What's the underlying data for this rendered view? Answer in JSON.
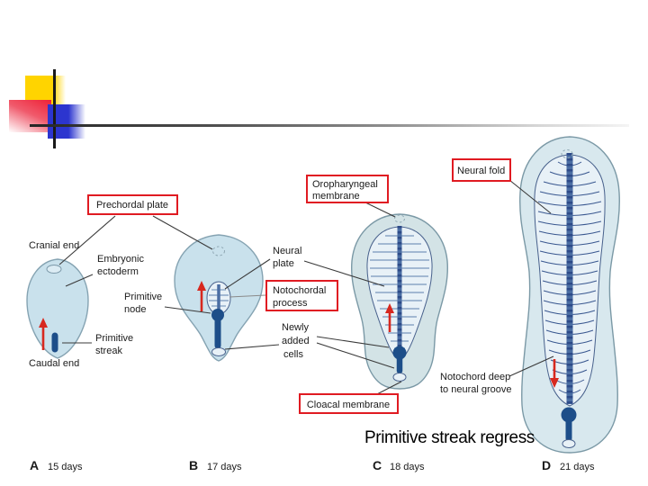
{
  "figure": {
    "boxes": {
      "prechordal_plate": "Prechordal plate",
      "oropharyngeal_l1": "Oropharyngeal",
      "oropharyngeal_l2": "membrane",
      "neural_fold": "Neural fold",
      "notochordal_l1": "Notochordal",
      "notochordal_l2": "process",
      "cloacal_membrane": "Cloacal membrane"
    },
    "labels": {
      "cranial_end": "Cranial end",
      "embryonic_l1": "Embryonic",
      "embryonic_l2": "ectoderm",
      "primitive_node_l1": "Primitive",
      "primitive_node_l2": "node",
      "primitive_streak_l1": "Primitive",
      "primitive_streak_l2": "streak",
      "caudal_end": "Caudal end",
      "neural_plate_l1": "Neural",
      "neural_plate_l2": "plate",
      "newly_l1": "Newly",
      "newly_l2": "added",
      "newly_l3": "cells",
      "notochord_deep_l1": "Notochord deep",
      "notochord_deep_l2": "to neural groove"
    },
    "caption": "Primitive streak regress",
    "stages": [
      {
        "letter": "A",
        "days": "15 days"
      },
      {
        "letter": "B",
        "days": "17 days"
      },
      {
        "letter": "C",
        "days": "18 days"
      },
      {
        "letter": "D",
        "days": "21 days"
      }
    ],
    "colors": {
      "label_box_border": "#e01b22",
      "embryo_fill": "#c9e1ec",
      "embryo_outline": "#85a3b2",
      "streak_navy": "#1d4e89",
      "arrow_red": "#d7281f",
      "deco_yellow": "#ffd400",
      "deco_red": "#ee2136",
      "deco_blue": "#2c35cf"
    }
  }
}
